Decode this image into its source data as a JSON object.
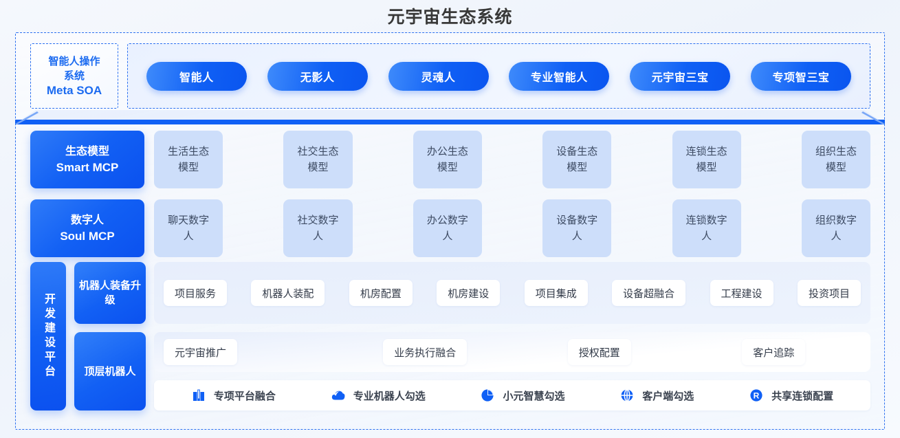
{
  "page": {
    "title": "元宇宙生态系统",
    "accent_blue": "#1260f4",
    "cell_blue": "#cddefa",
    "dash_border": "#2a6ff0"
  },
  "top_section": {
    "os_box": {
      "line1": "智能人操作",
      "line2": "系统",
      "line3": "Meta SOA"
    },
    "pills": [
      {
        "label": "智能人"
      },
      {
        "label": "无影人"
      },
      {
        "label": "灵魂人"
      },
      {
        "label": "专业智能人"
      },
      {
        "label": "元宇宙三宝"
      },
      {
        "label": "专项智三宝"
      }
    ]
  },
  "rows": [
    {
      "head_cn": "生态模型",
      "head_en": "Smart MCP",
      "cells": [
        "生活生态模型",
        "社交生态模型",
        "办公生态模型",
        "设备生态模型",
        "连锁生态模型",
        "组织生态模型"
      ]
    },
    {
      "head_cn": "数字人",
      "head_en": "Soul MCP",
      "cells": [
        "聊天数字人",
        "社交数字人",
        "办公数字人",
        "设备数字人",
        "连锁数字人",
        "组织数字人"
      ]
    }
  ],
  "bottom_section": {
    "vertical_head": "开发建设平台",
    "sub_heads": [
      "机器人装备升级",
      "顶层机器人"
    ],
    "panel_services": [
      "项目服务",
      "机器人装配",
      "机房配置",
      "机房建设",
      "项目集成",
      "设备超融合",
      "工程建设",
      "投资项目"
    ],
    "panel_business": [
      "元宇宙推广",
      "业务执行融合",
      "授权配置",
      "客户追踪"
    ],
    "panel_icons": [
      {
        "icon": "building-icon",
        "label": "专项平台融合"
      },
      {
        "icon": "cloud-icon",
        "label": "专业机器人勾选"
      },
      {
        "icon": "pie-chart-icon",
        "label": "小元智慧勾选"
      },
      {
        "icon": "globe-icon",
        "label": "客户端勾选"
      },
      {
        "icon": "registered-r-icon",
        "label": "共享连锁配置"
      }
    ]
  }
}
